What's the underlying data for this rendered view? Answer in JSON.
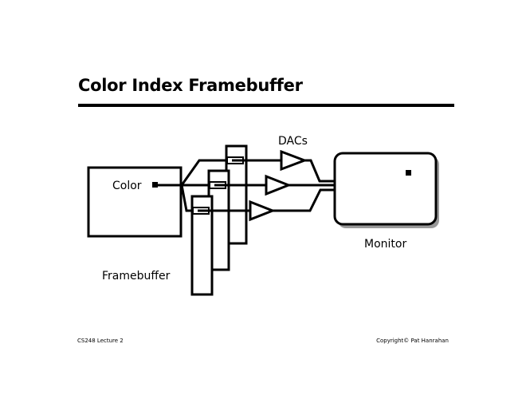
{
  "slide": {
    "title": "Color Index Framebuffer",
    "footer_left": "CS248 Lecture 2",
    "footer_right": "Copyright© Pat Hanrahan"
  },
  "diagram": {
    "framebuffer_label": "Framebuffer",
    "color_label": "Color",
    "dacs_label": "DACs",
    "monitor_label": "Monitor"
  }
}
